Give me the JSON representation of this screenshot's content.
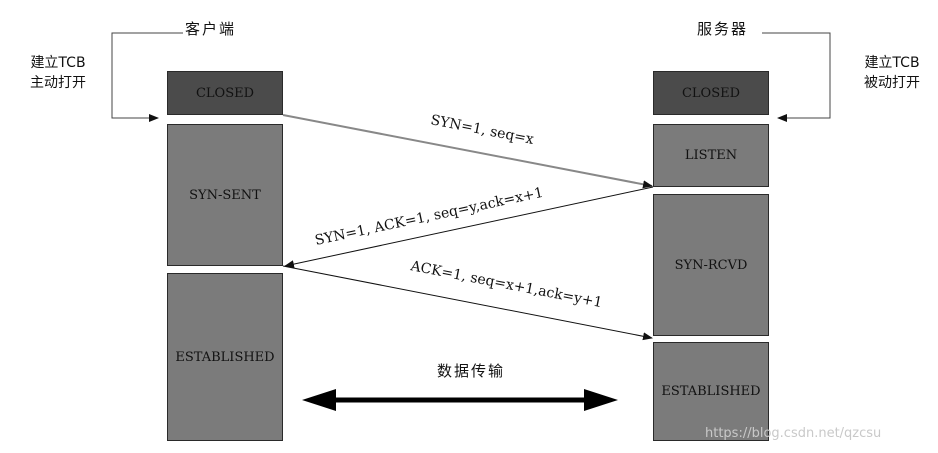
{
  "client": {
    "title": "客户端",
    "open_note": "建立TCB\n主动打开",
    "states": [
      "CLOSED",
      "SYN-SENT",
      "ESTABLISHED"
    ]
  },
  "server": {
    "title": "服务器",
    "open_note": "建立TCB\n被动打开",
    "states": [
      "CLOSED",
      "LISTEN",
      "SYN-RCVD",
      "ESTABLISHED"
    ]
  },
  "messages": {
    "syn": "SYN=1, seq=x",
    "syn_ack": "SYN=1, ACK=1, seq=y,ack=x+1",
    "ack": "ACK=1, seq=x+1,ack=y+1"
  },
  "data_transfer": "数据传输",
  "watermark": "https://blog.csdn.net/qzcsu"
}
